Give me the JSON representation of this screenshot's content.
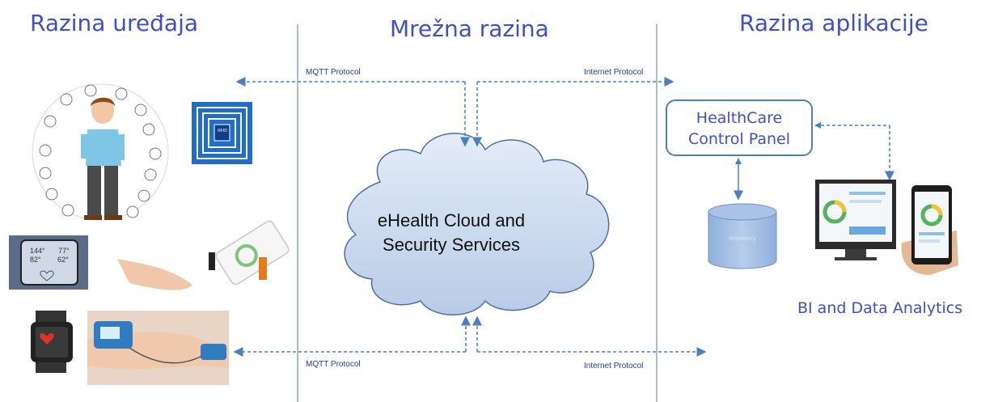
{
  "headings": {
    "left": "Razina uređaja",
    "center": "Mrežna razina",
    "right": "Razina aplikacije"
  },
  "protocols": {
    "mqtt_top": "MQTT Protocol",
    "internet_top": "Internet  Protocol",
    "mqtt_bottom": "MQTT Protocol",
    "internet_bottom": "Internet  Protocol"
  },
  "cloud": {
    "line1": "eHealth Cloud and",
    "line2": "Security Services"
  },
  "control_panel": {
    "line1": "HealthCare",
    "line2": "Control Panel"
  },
  "repository": {
    "label": "Repository"
  },
  "analytics": {
    "label": "BI and Data Analytics"
  },
  "device_images": {
    "phone_readings": [
      "144°",
      "77°",
      "82°",
      "62°"
    ],
    "rfid_label": "RFID"
  },
  "colors": {
    "heading": "#3f4fc4",
    "arrow": "#4d7fbf",
    "cloud_fill": "#cfdcef",
    "cloud_stroke": "#4d6fa8"
  }
}
